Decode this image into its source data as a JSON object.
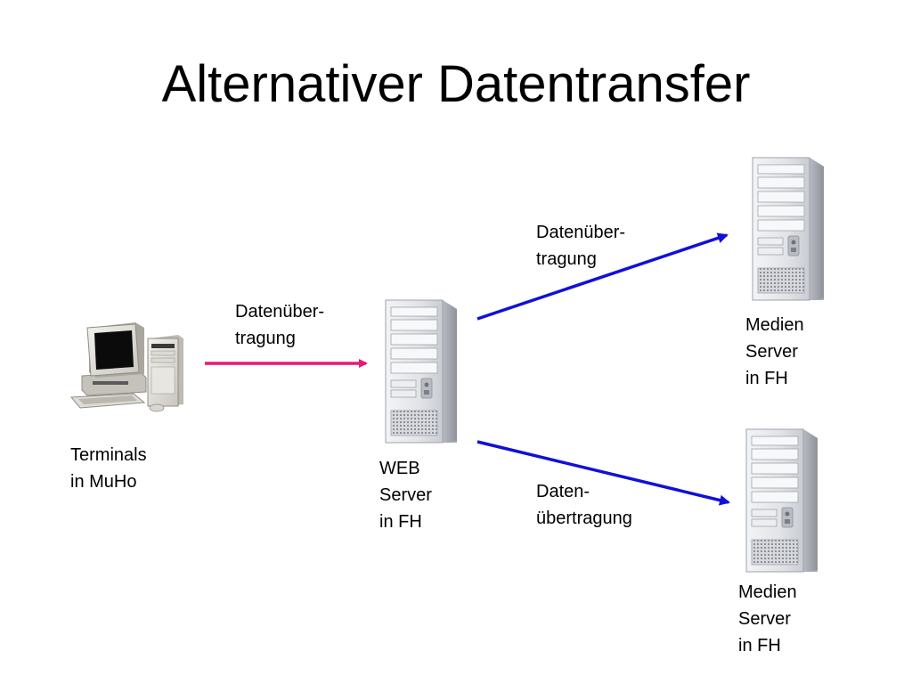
{
  "slide": {
    "title": "Alternativer Datentransfer"
  },
  "nodes": {
    "terminal": {
      "label_line1": "Terminals",
      "label_line2": "in MuHo"
    },
    "web_server": {
      "label_line1": "WEB",
      "label_line2": "Server",
      "label_line3": "in FH"
    },
    "media_server_top": {
      "label_line1": "Medien",
      "label_line2": "Server",
      "label_line3": "in FH"
    },
    "media_server_bottom": {
      "label_line1": "Medien",
      "label_line2": "Server",
      "label_line3": "in FH"
    }
  },
  "edges": {
    "terminal_to_web": {
      "line1": "Datenüber-",
      "line2": "tragung",
      "color": "#e8196e"
    },
    "web_to_media_top": {
      "line1": "Datenüber-",
      "line2": "tragung",
      "color": "#1010d8"
    },
    "web_to_media_bottom": {
      "line1": "Daten-",
      "line2": "übertragung",
      "color": "#1010d8"
    }
  },
  "icons": {
    "terminal": "desktop-computer-icon",
    "server": "tower-server-icon"
  }
}
